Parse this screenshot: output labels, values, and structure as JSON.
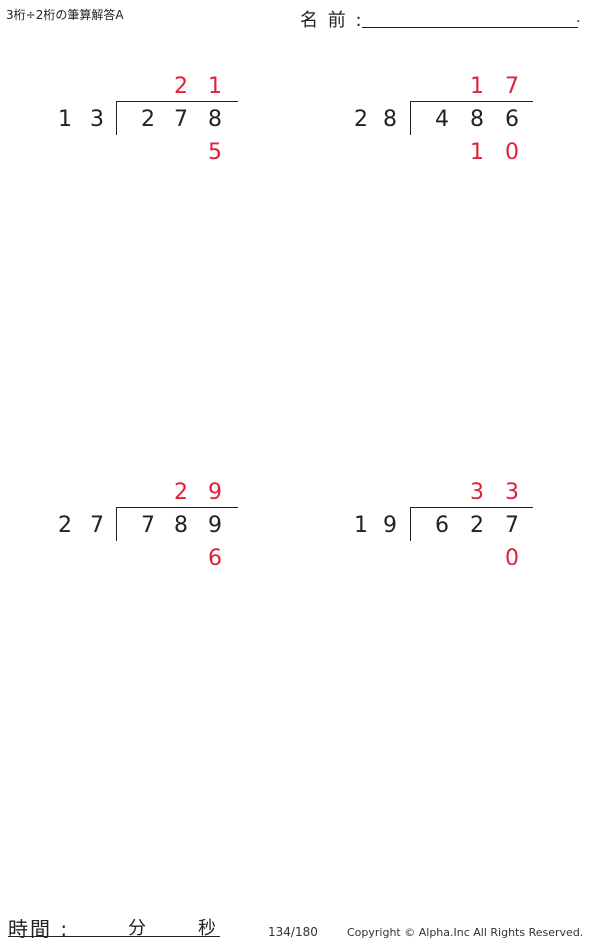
{
  "header": {
    "title": "3桁÷2桁の筆算解答A",
    "name_label": "名 前 :",
    "name_end": "."
  },
  "problems": [
    {
      "divisor": [
        "1",
        "3"
      ],
      "dividend": [
        "2",
        "7",
        "8"
      ],
      "quotient": [
        "2",
        "1"
      ],
      "remainder": [
        "5"
      ]
    },
    {
      "divisor": [
        "2",
        "8"
      ],
      "dividend": [
        "4",
        "8",
        "6"
      ],
      "quotient": [
        "1",
        "7"
      ],
      "remainder": [
        "1",
        "0"
      ]
    },
    {
      "divisor": [
        "2",
        "7"
      ],
      "dividend": [
        "7",
        "8",
        "9"
      ],
      "quotient": [
        "2",
        "9"
      ],
      "remainder": [
        "6"
      ]
    },
    {
      "divisor": [
        "1",
        "9"
      ],
      "dividend": [
        "6",
        "2",
        "7"
      ],
      "quotient": [
        "3",
        "3"
      ],
      "remainder": [
        "0"
      ]
    }
  ],
  "footer": {
    "time_label": "時間 :",
    "minutes_label": "分",
    "seconds_label": "秒",
    "page": "134/180",
    "copyright": "Copyright © Alpha.Inc All Rights Reserved."
  },
  "colors": {
    "answer": "#e0203a",
    "text": "#222222"
  }
}
